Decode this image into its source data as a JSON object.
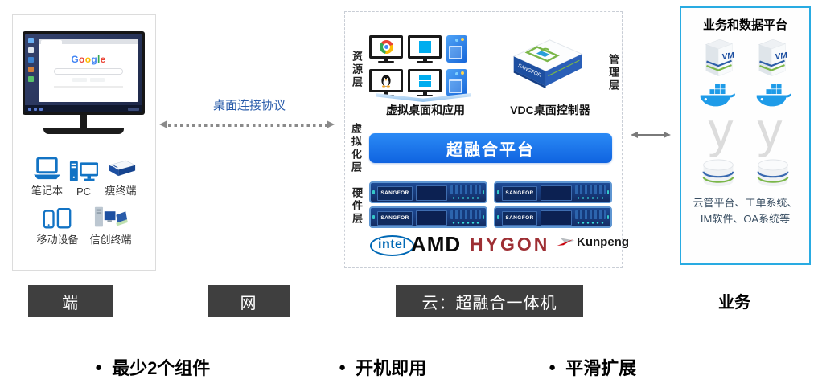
{
  "left_panel": {
    "google_letters": [
      {
        "t": "G"
      },
      {
        "t": "o"
      },
      {
        "t": "o"
      },
      {
        "t": "g"
      },
      {
        "t": "l"
      },
      {
        "t": "e"
      }
    ],
    "devices": [
      {
        "label": "笔记本"
      },
      {
        "label": "PC"
      },
      {
        "label": "瘦终端"
      },
      {
        "label": "移动设备"
      },
      {
        "label": "信创终端"
      }
    ]
  },
  "connector": {
    "protocol": "桌面连接协议"
  },
  "cloud": {
    "layers": {
      "resource": "资源层",
      "management": "管理层",
      "virtualization": "虚拟化层",
      "hardware": "硬件层"
    },
    "vdi_caption": "虚拟桌面和应用",
    "vdc_caption": "VDC桌面控制器",
    "platform": "超融合平台",
    "brand": "SANGFOR",
    "vendors": [
      {
        "name": "intel"
      },
      {
        "name": "AMD"
      },
      {
        "name": "HYGON"
      },
      {
        "name": "Kunpeng"
      }
    ]
  },
  "business": {
    "title": "业务和数据平台",
    "vm_label": "VM",
    "y_glyph": "y",
    "caption_line1": "云管平台、工单系统、",
    "caption_line2": "IM软件、OA系统等"
  },
  "bottom": {
    "bullet_char": "●",
    "labels": [
      {
        "text": "端"
      },
      {
        "text": "网"
      },
      {
        "text": "云：超融合一体机"
      },
      {
        "text": "业务"
      }
    ],
    "bullets": [
      {
        "text": "最少2个组件"
      },
      {
        "text": "开机即用"
      },
      {
        "text": "平滑扩展"
      }
    ]
  },
  "colors": {
    "accent_blue": "#1473e6",
    "rack_navy": "#16356e",
    "border_cyan": "#29abe2",
    "intel_blue": "#0068b5",
    "hygon_red": "#9e2f34",
    "kunpeng_red": "#c7000b"
  }
}
